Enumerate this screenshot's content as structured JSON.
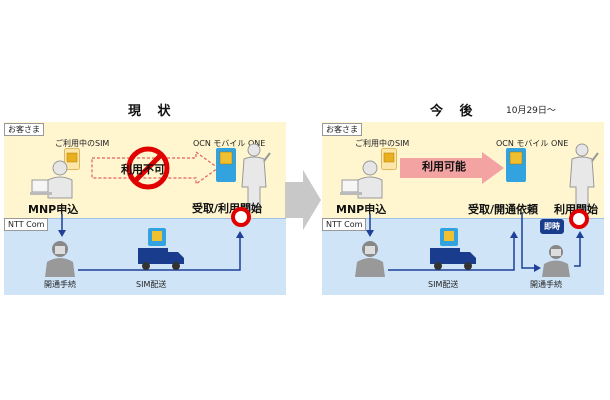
{
  "current": {
    "title": "現 状",
    "customer_tag": "お客さま",
    "sim_in_use": "ご利用中のSIM",
    "mobile_service": "OCN モバイル ONE",
    "unavailable": "利用不可",
    "mnp_apply": "MNP申込",
    "receive_start": "受取/利用開始",
    "provider_tag": "NTT Com",
    "activation": "開通手続",
    "sim_delivery": "SIM配送"
  },
  "future": {
    "title": "今 後",
    "date": "10月29日～",
    "customer_tag": "お客さま",
    "sim_in_use": "ご利用中のSIM",
    "mobile_service": "OCN モバイル ONE",
    "available": "利用可能",
    "mnp_apply": "MNP申込",
    "receive_request": "受取/開通依頼",
    "use_start": "利用開始",
    "provider_tag": "NTT Com",
    "sim_delivery": "SIM配送",
    "instant": "即時",
    "activation": "開通手続"
  },
  "colors": {
    "yellow_band": "#fff6d0",
    "blue_band": "#cfe4f7",
    "arrow_blue": "#1f3f99",
    "prohibit_red": "#e00000",
    "available_arrow": "#f4a3a3"
  }
}
